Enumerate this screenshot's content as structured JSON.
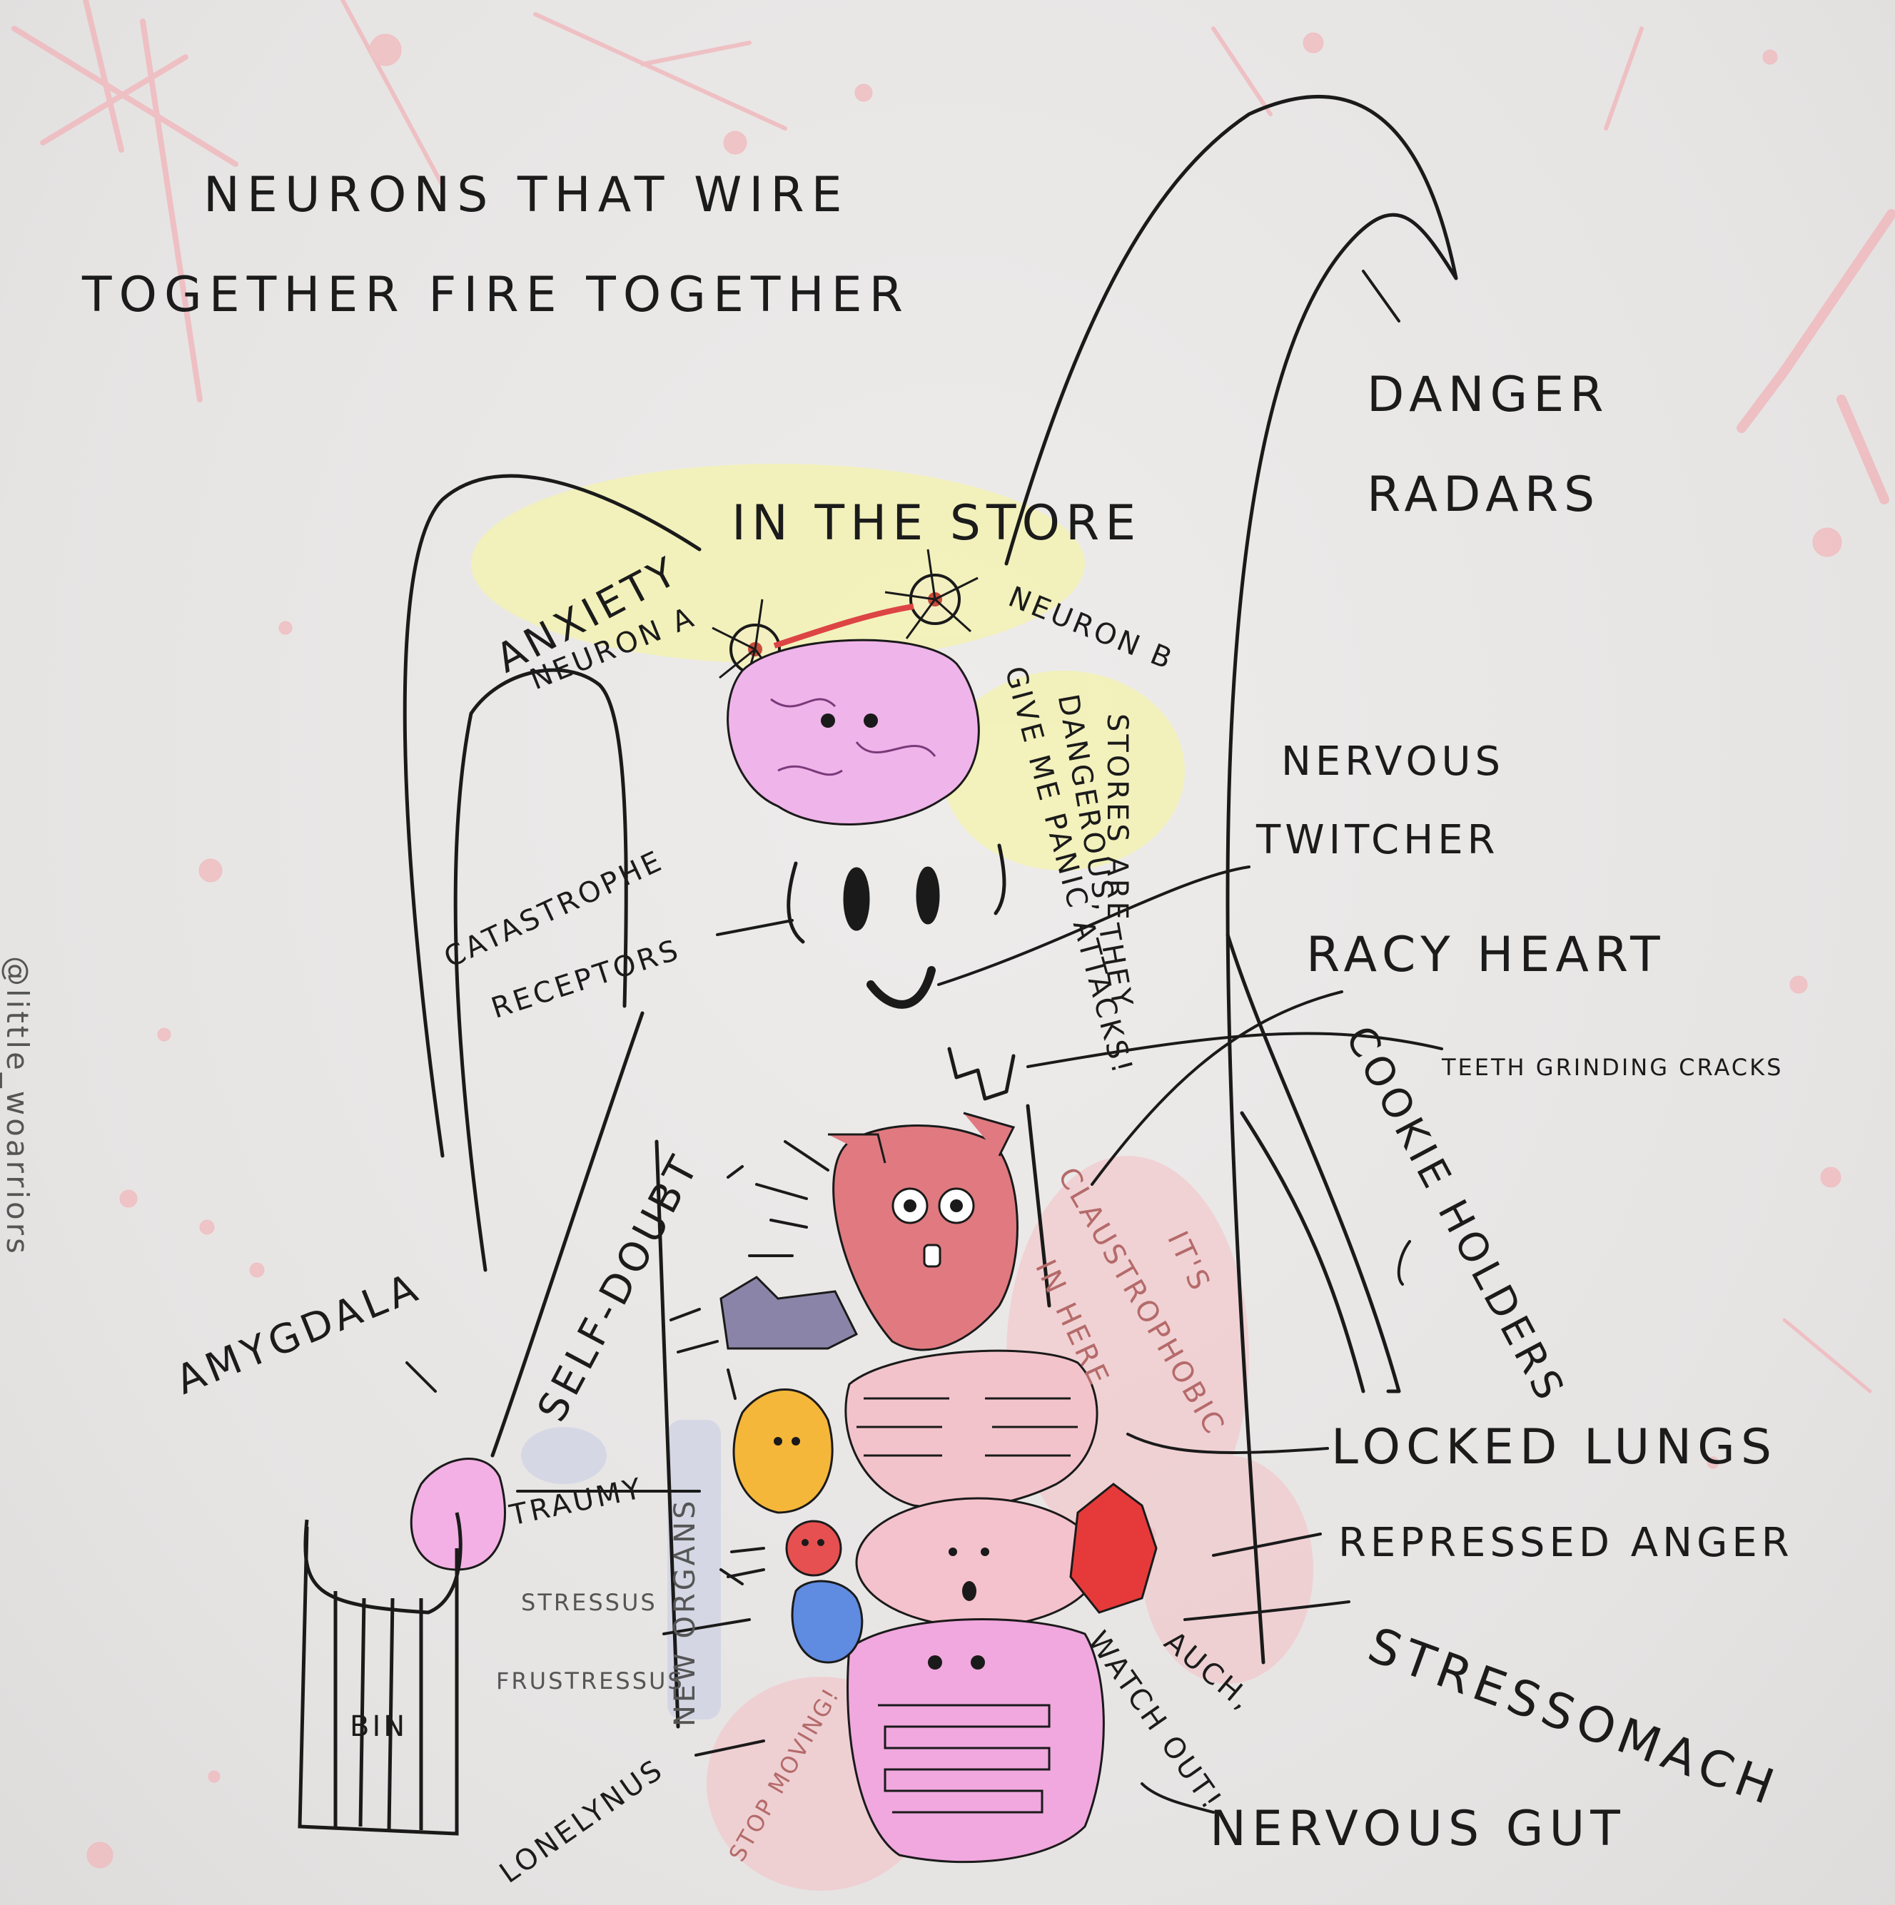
{
  "title_lines": [
    "NEURONS THAT WIRE",
    "TOGETHER FIRE TOGETHER"
  ],
  "watermark": "@little_woarriors",
  "labels": {
    "danger_radars": [
      "DANGER",
      "RADARS"
    ],
    "anxiety_neuron_a": [
      "ANXIETY",
      "NEURON A"
    ],
    "in_the_store": "IN THE STORE",
    "neuron_b": "NEURON B",
    "stores_dangerous": [
      "STORES ARE",
      "DANGEROUS, THEY",
      "GIVE ME PANIC ATTACKS!"
    ],
    "nervous_twitcher": [
      "NERVOUS",
      "TWITCHER"
    ],
    "catastrophe_receptors": [
      "CATASTROPHE",
      "RECEPTORS"
    ],
    "racy_heart": "RACY HEART",
    "teeth_grinding": "TEETH GRINDING CRACKS",
    "cookie_holders": "COOKIE HOLDERS",
    "claustrophobic": [
      "IT'S",
      "CLAUSTROPHOBIC",
      "IN HERE"
    ],
    "self_doubt": "SELF-DOUBT",
    "amygdala": "AMYGDALA",
    "trauma": "TRAUMY",
    "new_organs": "NEW ORGANS",
    "stressus": "STRESSUS",
    "frustressus": "FRUSTRESSUS",
    "lonelynus": "LONELYNUS",
    "stop_moving": "STOP MOVING!",
    "bin": "BIN",
    "locked_lungs": "LOCKED LUNGS",
    "repressed_anger": "REPRESSED ANGER",
    "auch": "AUCH,",
    "watch_out": "WATCH OUT!",
    "stressomach": "STRESSOMACH",
    "nervous_gut": "NERVOUS GUT"
  }
}
